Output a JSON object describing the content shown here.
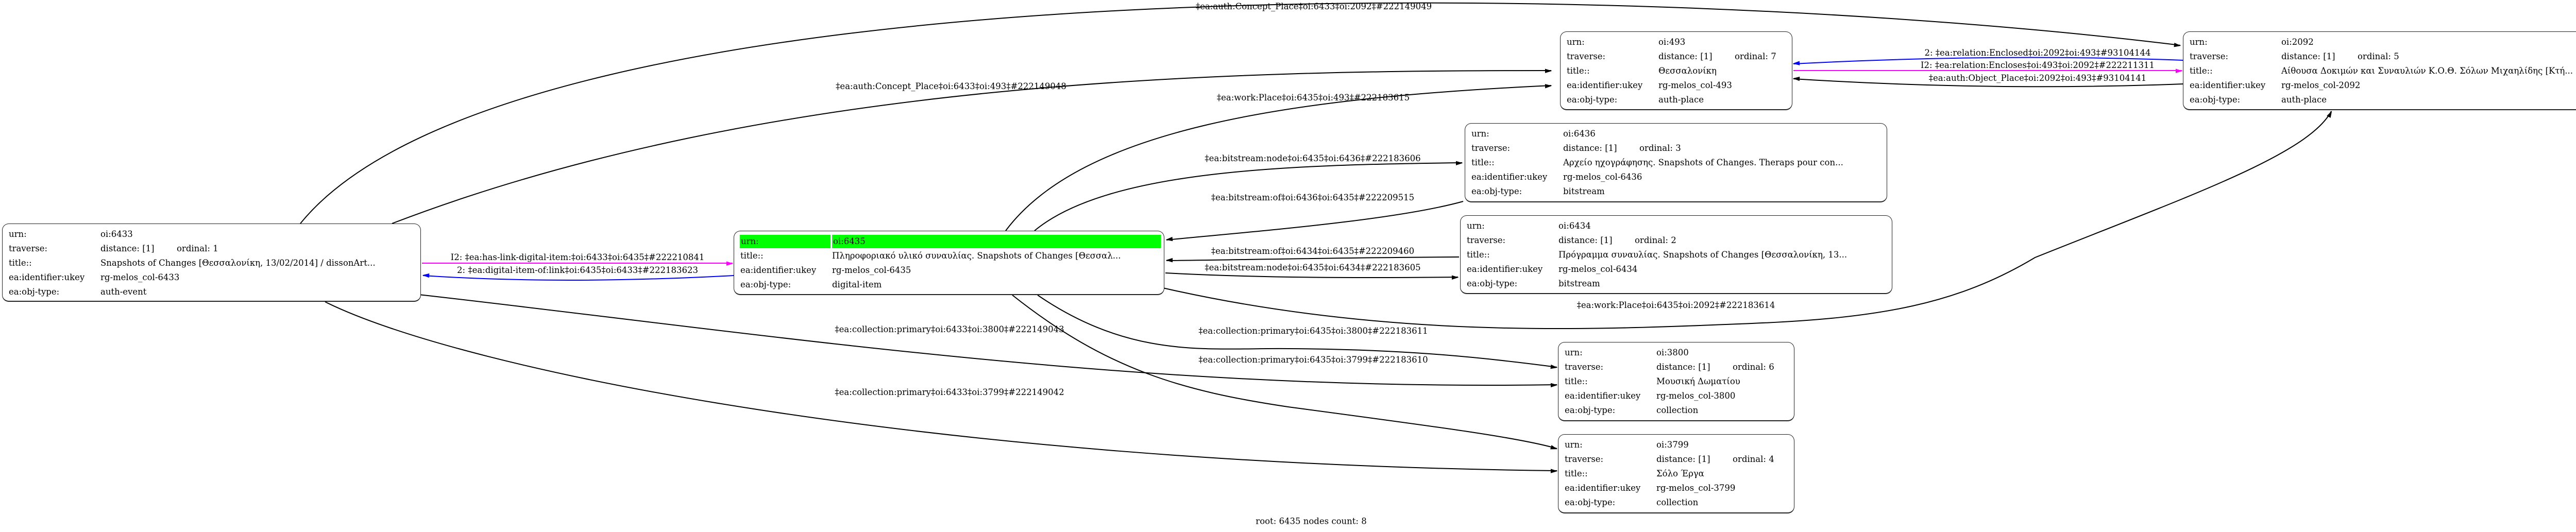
{
  "colors": {
    "highlight": "#00ff00",
    "edge_default": "#000000",
    "edge_reverse": "#0000ff",
    "edge_link": "#ff00ff"
  },
  "nodes": [
    {
      "id": "6433",
      "rows": [
        {
          "label": "urn:",
          "value": "oi:6433"
        },
        {
          "label": "traverse:",
          "value": "distance: [1]",
          "extra": "ordinal: 1"
        },
        {
          "label": "title::",
          "value": "Snapshots of Changes [Θεσσαλονίκη, 13/02/2014] / dissonArt..."
        },
        {
          "label": "ea:identifier:ukey",
          "value": "rg-melos_col-6433"
        },
        {
          "label": "ea:obj-type:",
          "value": "auth-event"
        }
      ]
    },
    {
      "id": "6435",
      "root": true,
      "rows": [
        {
          "label": "urn:",
          "value": "oi:6435"
        },
        {
          "label": "title::",
          "value": "Πληροφοριακό υλικό συναυλίας. Snapshots of Changes [Θεσσαλ..."
        },
        {
          "label": "ea:identifier:ukey",
          "value": "rg-melos_col-6435"
        },
        {
          "label": "ea:obj-type:",
          "value": "digital-item"
        }
      ]
    },
    {
      "id": "493",
      "rows": [
        {
          "label": "urn:",
          "value": "oi:493"
        },
        {
          "label": "traverse:",
          "value": "distance: [1]",
          "extra": "ordinal: 7"
        },
        {
          "label": "title::",
          "value": "Θεσσαλονίκη"
        },
        {
          "label": "ea:identifier:ukey",
          "value": "rg-melos_col-493"
        },
        {
          "label": "ea:obj-type:",
          "value": "auth-place"
        }
      ]
    },
    {
      "id": "2092",
      "rows": [
        {
          "label": "urn:",
          "value": "oi:2092"
        },
        {
          "label": "traverse:",
          "value": "distance: [1]",
          "extra": "ordinal: 5"
        },
        {
          "label": "title::",
          "value": "Αίθουσα Δοκιμών και Συναυλιών Κ.Ο.Θ. Σόλων Μιχαηλίδης [Κτή..."
        },
        {
          "label": "ea:identifier:ukey",
          "value": "rg-melos_col-2092"
        },
        {
          "label": "ea:obj-type:",
          "value": "auth-place"
        }
      ]
    },
    {
      "id": "6436",
      "rows": [
        {
          "label": "urn:",
          "value": "oi:6436"
        },
        {
          "label": "traverse:",
          "value": "distance: [1]",
          "extra": "ordinal: 3"
        },
        {
          "label": "title::",
          "value": "Αρχείο ηχογράφησης. Snapshots of Changes. Theraps pour con..."
        },
        {
          "label": "ea:identifier:ukey",
          "value": "rg-melos_col-6436"
        },
        {
          "label": "ea:obj-type:",
          "value": "bitstream"
        }
      ]
    },
    {
      "id": "6434",
      "rows": [
        {
          "label": "urn:",
          "value": "oi:6434"
        },
        {
          "label": "traverse:",
          "value": "distance: [1]",
          "extra": "ordinal: 2"
        },
        {
          "label": "title::",
          "value": "Πρόγραμμα συναυλίας. Snapshots of Changes [Θεσσαλονίκη, 13..."
        },
        {
          "label": "ea:identifier:ukey",
          "value": "rg-melos_col-6434"
        },
        {
          "label": "ea:obj-type:",
          "value": "bitstream"
        }
      ]
    },
    {
      "id": "3800",
      "rows": [
        {
          "label": "urn:",
          "value": "oi:3800"
        },
        {
          "label": "traverse:",
          "value": "distance: [1]",
          "extra": "ordinal: 6"
        },
        {
          "label": "title::",
          "value": "Μουσική Δωματίου"
        },
        {
          "label": "ea:identifier:ukey",
          "value": "rg-melos_col-3800"
        },
        {
          "label": "ea:obj-type:",
          "value": "collection"
        }
      ]
    },
    {
      "id": "3799",
      "rows": [
        {
          "label": "urn:",
          "value": "oi:3799"
        },
        {
          "label": "traverse:",
          "value": "distance: [1]",
          "extra": "ordinal: 4"
        },
        {
          "label": "title::",
          "value": "Σόλο Έργα"
        },
        {
          "label": "ea:identifier:ukey",
          "value": "rg-melos_col-3799"
        },
        {
          "label": "ea:obj-type:",
          "value": "collection"
        }
      ]
    }
  ],
  "edges": [
    {
      "from": "6433",
      "to": "2092",
      "color": "#000000",
      "label": "‡ea:auth:Concept_Place‡oi:6433‡oi:2092‡#222149049"
    },
    {
      "from": "6433",
      "to": "493",
      "color": "#000000",
      "label": "‡ea:auth:Concept_Place‡oi:6433‡oi:493‡#222149048"
    },
    {
      "from": "6435",
      "to": "493",
      "color": "#000000",
      "label": "‡ea:work:Place‡oi:6435‡oi:493‡#222183615"
    },
    {
      "from": "6435",
      "to": "6436",
      "color": "#000000",
      "label": "‡ea:bitstream:node‡oi:6435‡oi:6436‡#222183606"
    },
    {
      "from": "6436",
      "to": "6435",
      "color": "#000000",
      "label": "‡ea:bitstream:of‡oi:6436‡oi:6435‡#222209515"
    },
    {
      "from": "6434",
      "to": "6435",
      "color": "#000000",
      "label": "‡ea:bitstream:of‡oi:6434‡oi:6435‡#222209460"
    },
    {
      "from": "6435",
      "to": "6434",
      "color": "#000000",
      "label": "‡ea:bitstream:node‡oi:6435‡oi:6434‡#222183605"
    },
    {
      "from": "6435",
      "to": "2092",
      "color": "#000000",
      "label": "‡ea:work:Place‡oi:6435‡oi:2092‡#222183614"
    },
    {
      "from": "6433",
      "to": "6435",
      "color": "#ff00ff",
      "label": "I2: ‡ea:has-link-digital-item:‡oi:6433‡oi:6435‡#222210841"
    },
    {
      "from": "6435",
      "to": "6433",
      "color": "#0000ff",
      "label": "2: ‡ea:digital-item-of:link‡oi:6435‡oi:6433‡#222183623"
    },
    {
      "from": "2092",
      "to": "493",
      "color": "#0000ff",
      "label": "2: ‡ea:relation:Enclosed‡oi:2092‡oi:493‡#93104144"
    },
    {
      "from": "493",
      "to": "2092",
      "color": "#ff00ff",
      "label": "I2: ‡ea:relation:Encloses‡oi:493‡oi:2092‡#222211311"
    },
    {
      "from": "2092",
      "to": "493",
      "color": "#000000",
      "label": "‡ea:auth:Object_Place‡oi:2092‡oi:493‡#93104141"
    },
    {
      "from": "6433",
      "to": "3800",
      "color": "#000000",
      "label": "‡ea:collection:primary‡oi:6433‡oi:3800‡#222149043"
    },
    {
      "from": "6435",
      "to": "3800",
      "color": "#000000",
      "label": "‡ea:collection:primary‡oi:6435‡oi:3800‡#222183611"
    },
    {
      "from": "6435",
      "to": "3799",
      "color": "#000000",
      "label": "‡ea:collection:primary‡oi:6435‡oi:3799‡#222183610"
    },
    {
      "from": "6433",
      "to": "3799",
      "color": "#000000",
      "label": "‡ea:collection:primary‡oi:6433‡oi:3799‡#222149042"
    }
  ],
  "footer": "root: 6435 nodes count: 8"
}
